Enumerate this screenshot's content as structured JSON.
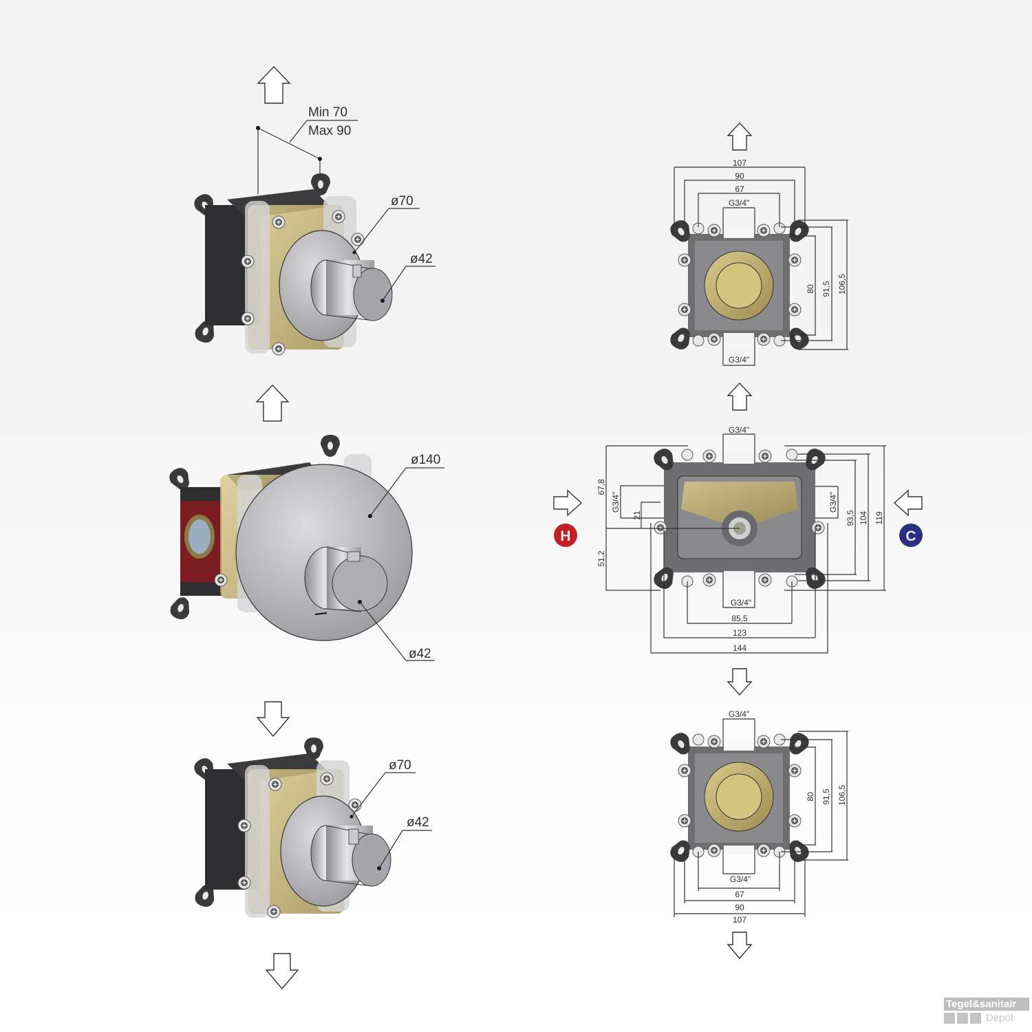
{
  "diagram": {
    "type": "technical installation drawing - concealed thermostatic shower valve",
    "left_column": {
      "top_view": {
        "depth_label_min": "Min 70",
        "depth_label_max": "Max 90",
        "dial_plate_diameter": "ø70",
        "knob_diameter": "ø42"
      },
      "middle_view": {
        "cover_plate_diameter": "ø140",
        "knob_diameter": "ø42"
      },
      "bottom_view": {
        "dial_plate_diameter": "ø70",
        "knob_diameter": "ø42"
      }
    },
    "right_column": {
      "top_plan": {
        "width_outer": "107",
        "width_mid": "90",
        "width_inner": "67",
        "thread_top": "G3/4\"",
        "thread_bottom": "G3/4\"",
        "height_inner": "80",
        "height_mid": "91,5",
        "height_outer": "106,5"
      },
      "center_plan": {
        "thread_top": "G3/4\"",
        "thread_bottom": "G3/4\"",
        "thread_left": "G3/4\"",
        "thread_right": "G3/4\"",
        "left_upper": "67,8",
        "left_lower": "51,2",
        "left_offset": "21",
        "right_inner": "93,5",
        "right_mid": "104",
        "right_outer": "119",
        "width_inner": "85,5",
        "width_mid": "123",
        "width_outer": "144",
        "hot_badge": "H",
        "cold_badge": "C"
      },
      "bottom_plan": {
        "thread_top": "G3/4\"",
        "thread_bottom": "G3/4\"",
        "height_inner": "80",
        "height_mid": "91,5",
        "height_outer": "106,5",
        "width_inner": "67",
        "width_mid": "90",
        "width_outer": "107"
      }
    },
    "colors": {
      "hot": "#c0202a",
      "cold": "#2a2f80",
      "brass": "#c9b46a",
      "housing": "#6b6b6b",
      "chrome": "#b8b8ba"
    }
  },
  "watermark": {
    "brand_top": "Tegel&sanitair",
    "brand_bottom": "Depot"
  }
}
